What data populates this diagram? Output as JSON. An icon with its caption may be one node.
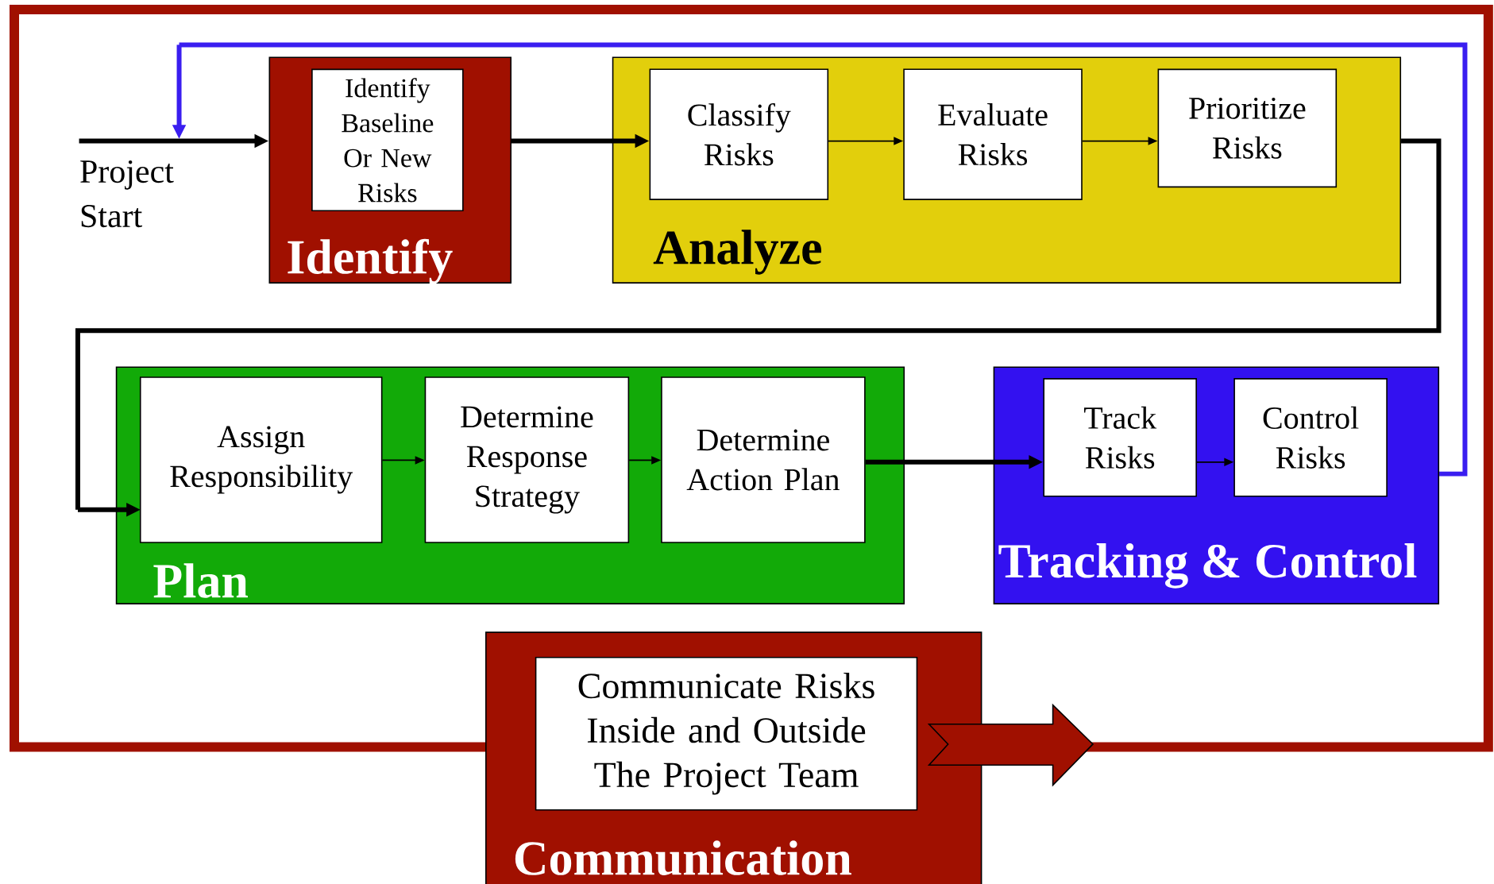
{
  "diagram": {
    "nodes": [
      {
        "text": [
          "Project Start"
        ]
      },
      {
        "text": [
          "Identify"
        ]
      },
      {
        "text": [
          "Identify Baseline Or New Risks"
        ],
        "in": 1
      },
      {
        "text": [
          "Analyze"
        ]
      },
      {
        "text": [
          "Classify Risks"
        ],
        "in": 3
      },
      {
        "text": [
          "Evaluate Risks"
        ],
        "in": 3
      },
      {
        "text": [
          "Prioritize Risks"
        ],
        "in": 3
      },
      {
        "text": [
          "Plan"
        ]
      },
      {
        "text": [
          "Assign Responsibility"
        ],
        "in": 7
      },
      {
        "text": [
          "Determine Response Strategy"
        ],
        "in": 7
      },
      {
        "text": [
          "Determine Action Plan"
        ],
        "in": 7
      },
      {
        "text": [
          "Tracking & Control"
        ]
      },
      {
        "text": [
          "Track Risks"
        ],
        "in": 11
      },
      {
        "text": [
          "Control Risks"
        ],
        "in": 11
      },
      {
        "text": [
          "Communication"
        ]
      },
      {
        "text": [
          "Communicate Risks Inside and Outside The Project Team"
        ],
        "in": 14
      }
    ],
    "edges": [
      {
        "from": 0,
        "to": 1,
        "arrow": "to",
        "style": "thick"
      },
      {
        "from": 1,
        "to": 4,
        "arrow": "to",
        "style": "thick"
      },
      {
        "from": 4,
        "to": 5,
        "arrow": "to"
      },
      {
        "from": 5,
        "to": 6,
        "arrow": "to"
      },
      {
        "from": 3,
        "to": 8,
        "arrow": "to",
        "style": "thick"
      },
      {
        "from": 8,
        "to": 9,
        "arrow": "to"
      },
      {
        "from": 9,
        "to": 10,
        "arrow": "to"
      },
      {
        "from": 10,
        "to": 12,
        "arrow": "to",
        "style": "thick"
      },
      {
        "from": 12,
        "to": 13,
        "arrow": "to"
      },
      {
        "from": 11,
        "to": 0,
        "arrow": "to",
        "style": "thick",
        "color": "#3a1ef0"
      }
    ]
  }
}
